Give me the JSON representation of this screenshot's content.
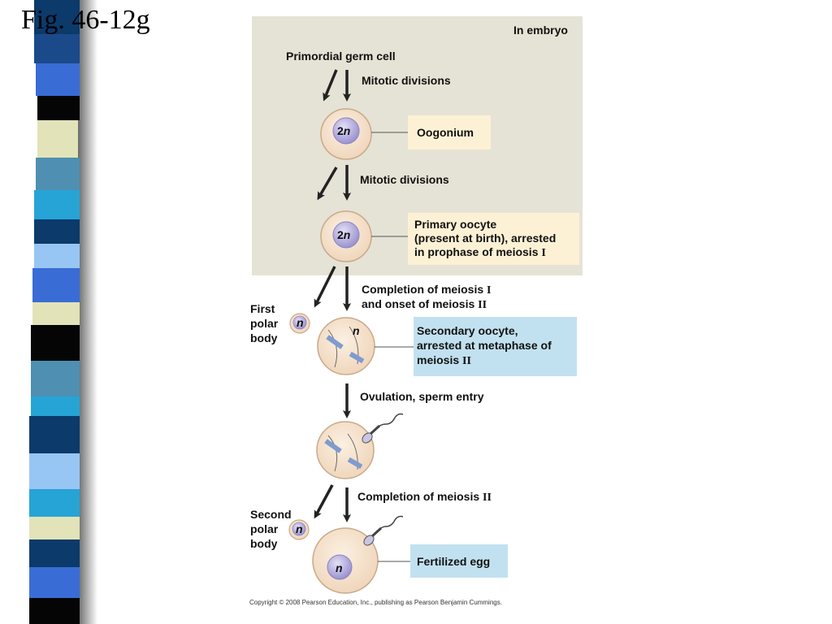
{
  "figure_title": "Fig. 46-12g",
  "region_label": "In embryo",
  "primordial_label": "Primordial germ cell",
  "steps": {
    "mitotic_1": "Mitotic divisions",
    "mitotic_2": "Mitotic divisions",
    "meiosis1_line1": "Completion of meiosis",
    "meiosis1_line1_roman": "I",
    "meiosis1_line2": "and onset of meiosis",
    "meiosis1_line2_roman": "II",
    "ovulation": "Ovulation, sperm entry",
    "meiosis2": "Completion of meiosis",
    "meiosis2_roman": "II"
  },
  "cells": {
    "oogonium_ploidy": "2",
    "oogonium_ploidy_n": "n",
    "primary_ploidy": "2",
    "primary_ploidy_n": "n",
    "secondary_ploidy": "n",
    "first_polar_ploidy": "n",
    "second_polar_ploidy": "n",
    "fertilized_ploidy": "n"
  },
  "boxes": {
    "oogonium": "Oogonium",
    "primary_line1": "Primary oocyte",
    "primary_line2": "(present at birth), arrested",
    "primary_line3": "in prophase of meiosis",
    "primary_line3_roman": "I",
    "secondary_line1": "Secondary oocyte,",
    "secondary_line2": "arrested at metaphase of",
    "secondary_line3": "meiosis",
    "secondary_line3_roman": "II",
    "fertilized": "Fertilized egg"
  },
  "polar_bodies": {
    "first": [
      "First",
      "polar",
      "body"
    ],
    "second": [
      "Second",
      "polar",
      "body"
    ]
  },
  "copyright": "Copyright © 2008 Pearson Education, Inc., publishing as Pearson Benjamin Cummings.",
  "colors": {
    "embryo_bg": "#e5e3d5",
    "cell_fill": "#f6e3cc",
    "nucleus_fill": "#b9b3dd",
    "box_cream": "#fdf1d5",
    "box_blue": "#c2e1f0",
    "stripe_dark": "#0b3a6b",
    "stripe_blue": "#3a6cd6",
    "stripe_light": "#e2e3b9",
    "stripe_sky": "#98c6f4"
  }
}
